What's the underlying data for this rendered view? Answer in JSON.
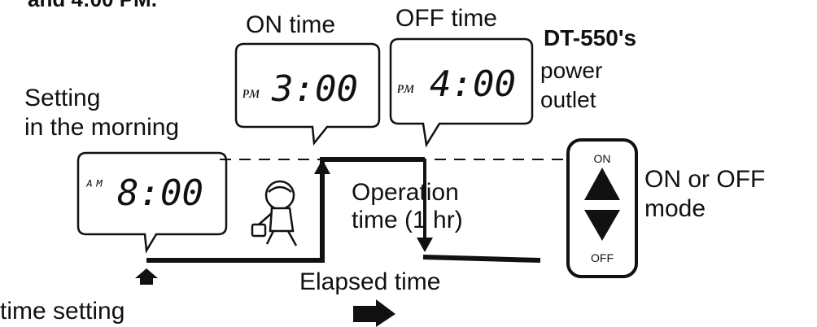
{
  "header_fragment": "and 4:00 PM.",
  "labels": {
    "on_time": "ON time",
    "off_time": "OFF time",
    "setting_line1": "Setting",
    "setting_line2": "in the morning",
    "outlet_title": "DT-550's",
    "outlet_line2": "power",
    "outlet_line3": "outlet",
    "operation_line1": "Operation",
    "operation_line2": "time (1 hr)",
    "mode_line1": "ON or OFF",
    "mode_line2": "mode",
    "elapsed": "Elapsed time",
    "time_setting": "time setting"
  },
  "displays": {
    "morning": "8:00",
    "on": "3:00",
    "off": "4:00"
  },
  "switch": {
    "on_label": "ON",
    "off_label": "OFF"
  },
  "colors": {
    "ink": "#111111",
    "background": "#ffffff"
  }
}
